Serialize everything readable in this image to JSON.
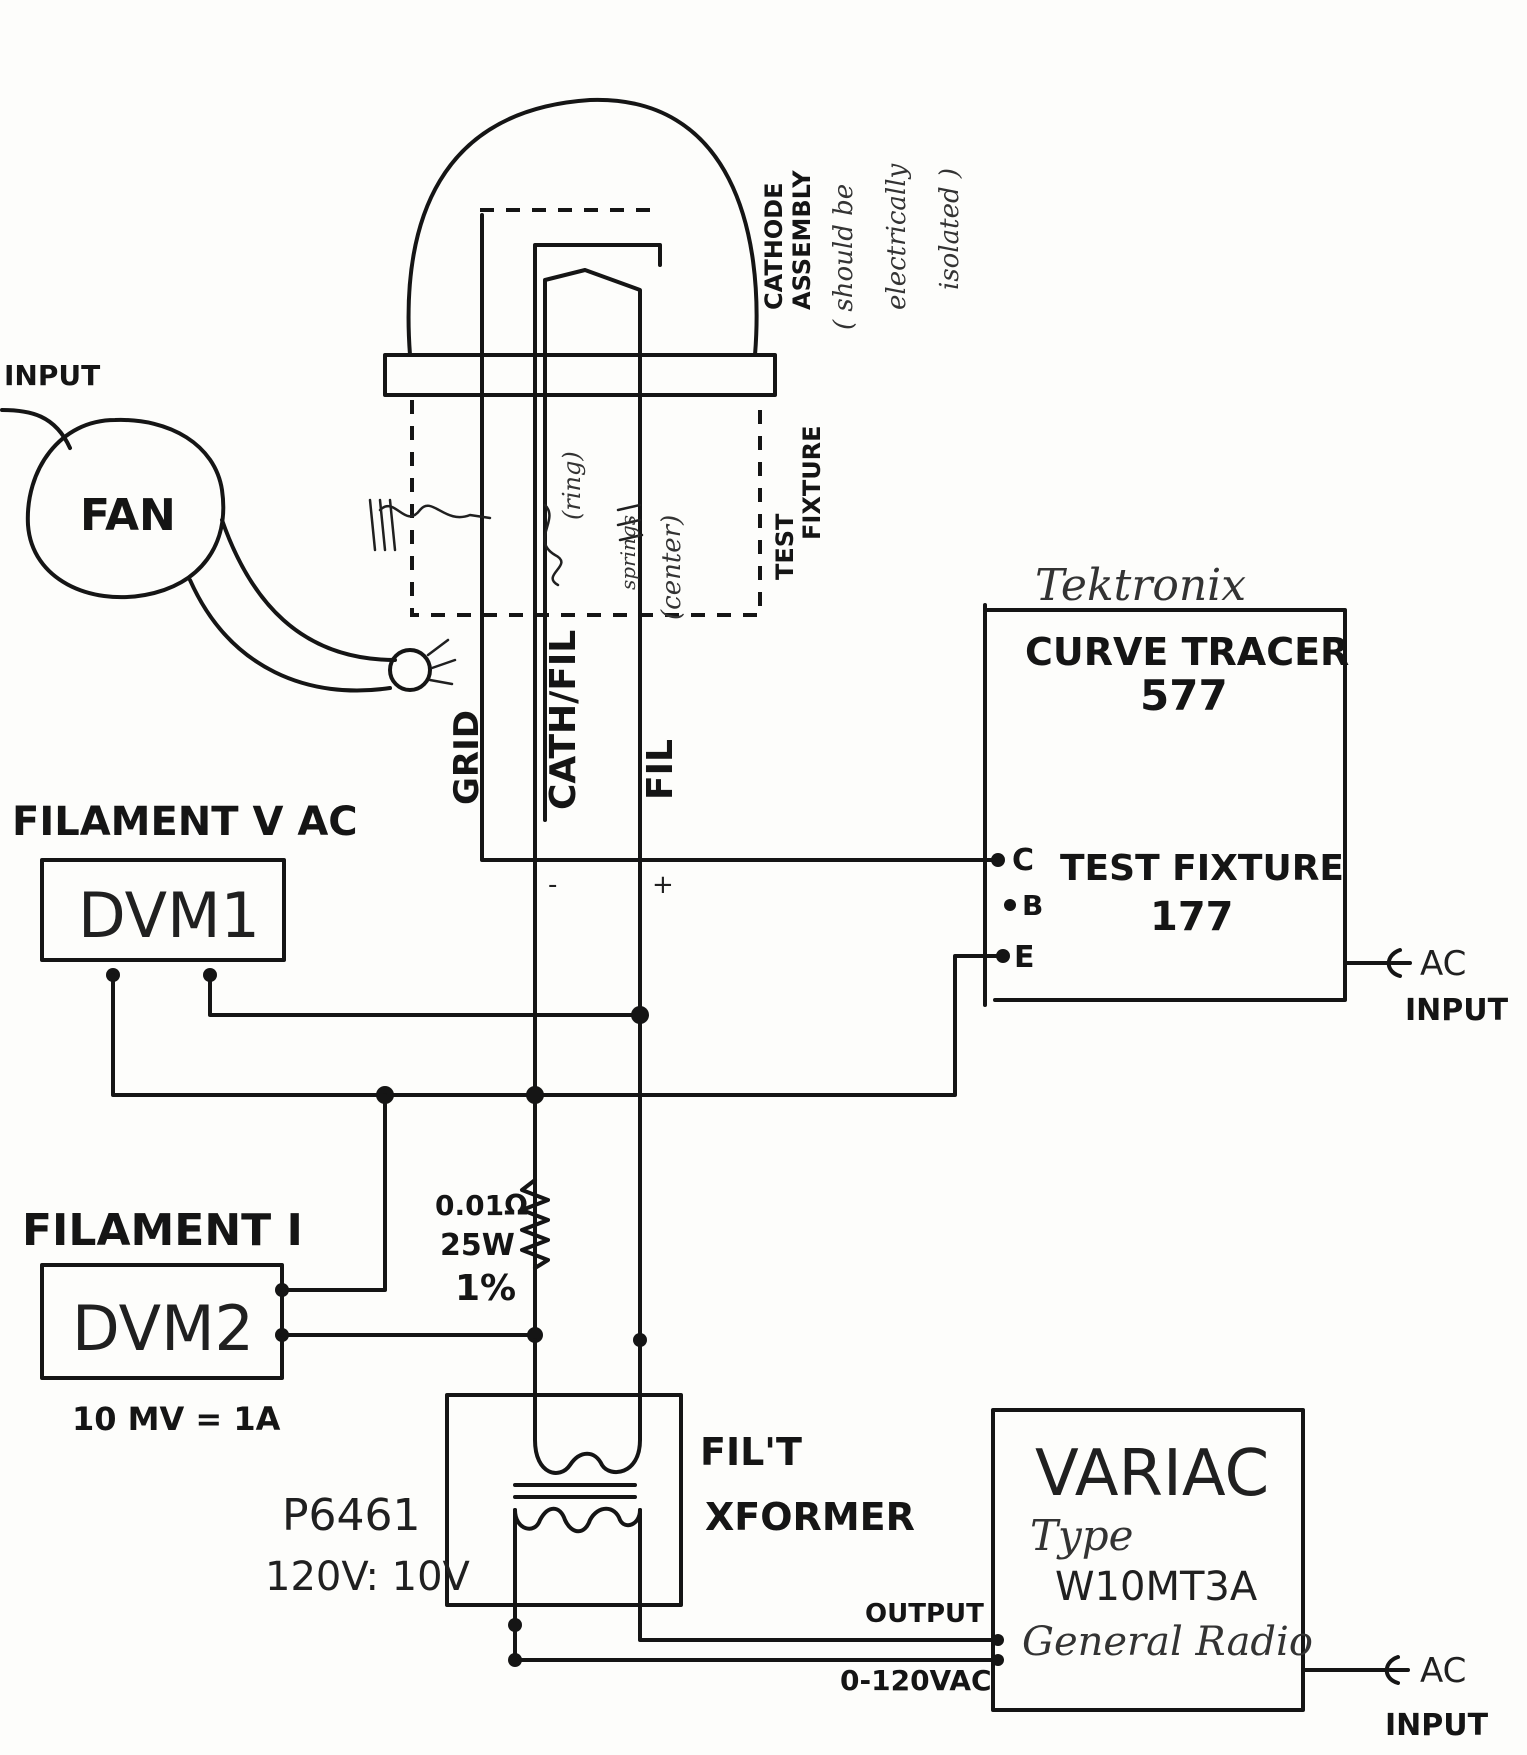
{
  "labels": {
    "input_fan": "INPUT",
    "fan": "FAN",
    "cathode_assembly_1": "CATHODE",
    "cathode_assembly_2": "ASSEMBLY",
    "note_1": "( should be",
    "note_2": "electrically",
    "note_3": "isolated )",
    "test_fixture_1": "TEST",
    "test_fixture_2": "FIXTURE",
    "ring": "(ring)",
    "springs": "springs",
    "center": "(center)",
    "grid": "GRID",
    "cath_fil": "CATH/FIL",
    "fil": "FIL",
    "minus": "-",
    "plus": "+",
    "tek_brand": "Tektronix",
    "curve_tracer_1": "CURVE TRACER",
    "curve_tracer_2": "577",
    "term_c": "C",
    "term_b": "B",
    "term_e": "E",
    "test_fixture_177_1": "TEST FIXTURE",
    "test_fixture_177_2": "177",
    "ac_input_1a": "AC",
    "ac_input_1b": "INPUT",
    "filament_vac": "FILAMENT V AC",
    "dvm1": "DVM1",
    "filament_i": "FILAMENT I",
    "dvm2": "DVM2",
    "dvm2_scale": "10 MV = 1A",
    "shunt_1": "0.01Ω",
    "shunt_2": "25W",
    "shunt_3": "1%",
    "xformer_part": "P6461",
    "xformer_ratio": "120V: 10V",
    "xformer_1": "FIL'T",
    "xformer_2": "XFORMER",
    "variac": "VARIAC",
    "variac_type": "Type",
    "variac_model": "W10MT3A",
    "variac_maker": "General Radio",
    "output": "OUTPUT",
    "output_range": "0-120VAC",
    "ac_input_2a": "AC",
    "ac_input_2b": "INPUT"
  }
}
